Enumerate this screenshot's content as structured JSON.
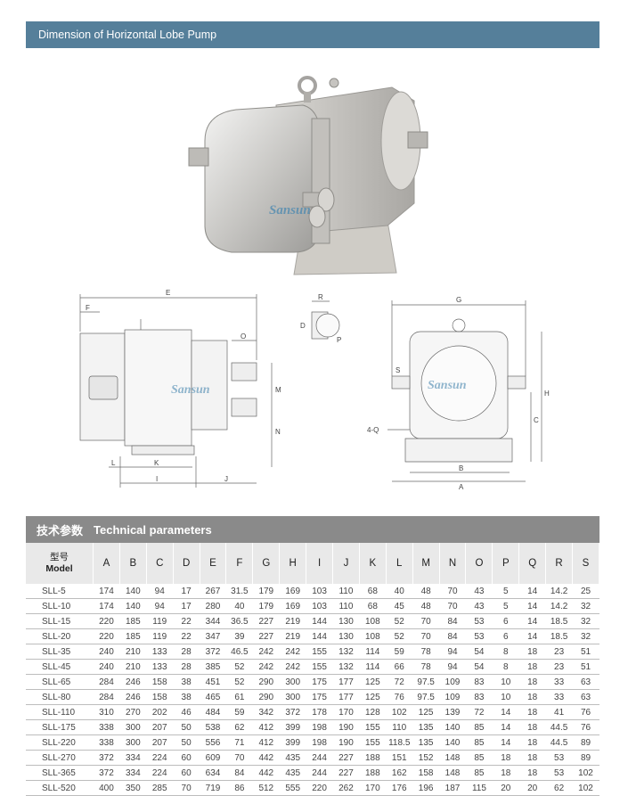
{
  "header": {
    "title": "Dimension of  Horizontal Lobe Pump"
  },
  "photo": {
    "watermark": "Sansun"
  },
  "drawings": {
    "watermark": "Sansun",
    "side_labels": [
      "E",
      "F",
      "O",
      "M",
      "N",
      "L",
      "K",
      "I",
      "J"
    ],
    "flange_labels": [
      "R",
      "D",
      "P"
    ],
    "front_labels": [
      "G",
      "S",
      "H",
      "C",
      "4-Q",
      "B",
      "A"
    ]
  },
  "table": {
    "title_cn": "技术参数",
    "title_en": "Technical parameters",
    "model_cn": "型号",
    "model_en": "Model",
    "columns": [
      "A",
      "B",
      "C",
      "D",
      "E",
      "F",
      "G",
      "H",
      "I",
      "J",
      "K",
      "L",
      "M",
      "N",
      "O",
      "P",
      "Q",
      "R",
      "S"
    ],
    "rows": [
      [
        "SLL-5",
        "174",
        "140",
        "94",
        "17",
        "267",
        "31.5",
        "179",
        "169",
        "103",
        "110",
        "68",
        "40",
        "48",
        "70",
        "43",
        "5",
        "14",
        "14.2",
        "25"
      ],
      [
        "SLL-10",
        "174",
        "140",
        "94",
        "17",
        "280",
        "40",
        "179",
        "169",
        "103",
        "110",
        "68",
        "45",
        "48",
        "70",
        "43",
        "5",
        "14",
        "14.2",
        "32"
      ],
      [
        "SLL-15",
        "220",
        "185",
        "119",
        "22",
        "344",
        "36.5",
        "227",
        "219",
        "144",
        "130",
        "108",
        "52",
        "70",
        "84",
        "53",
        "6",
        "14",
        "18.5",
        "32"
      ],
      [
        "SLL-20",
        "220",
        "185",
        "119",
        "22",
        "347",
        "39",
        "227",
        "219",
        "144",
        "130",
        "108",
        "52",
        "70",
        "84",
        "53",
        "6",
        "14",
        "18.5",
        "32"
      ],
      [
        "SLL-35",
        "240",
        "210",
        "133",
        "28",
        "372",
        "46.5",
        "242",
        "242",
        "155",
        "132",
        "114",
        "59",
        "78",
        "94",
        "54",
        "8",
        "18",
        "23",
        "51"
      ],
      [
        "SLL-45",
        "240",
        "210",
        "133",
        "28",
        "385",
        "52",
        "242",
        "242",
        "155",
        "132",
        "114",
        "66",
        "78",
        "94",
        "54",
        "8",
        "18",
        "23",
        "51"
      ],
      [
        "SLL-65",
        "284",
        "246",
        "158",
        "38",
        "451",
        "52",
        "290",
        "300",
        "175",
        "177",
        "125",
        "72",
        "97.5",
        "109",
        "83",
        "10",
        "18",
        "33",
        "63"
      ],
      [
        "SLL-80",
        "284",
        "246",
        "158",
        "38",
        "465",
        "61",
        "290",
        "300",
        "175",
        "177",
        "125",
        "76",
        "97.5",
        "109",
        "83",
        "10",
        "18",
        "33",
        "63"
      ],
      [
        "SLL-110",
        "310",
        "270",
        "202",
        "46",
        "484",
        "59",
        "342",
        "372",
        "178",
        "170",
        "128",
        "102",
        "125",
        "139",
        "72",
        "14",
        "18",
        "41",
        "76"
      ],
      [
        "SLL-175",
        "338",
        "300",
        "207",
        "50",
        "538",
        "62",
        "412",
        "399",
        "198",
        "190",
        "155",
        "110",
        "135",
        "140",
        "85",
        "14",
        "18",
        "44.5",
        "76"
      ],
      [
        "SLL-220",
        "338",
        "300",
        "207",
        "50",
        "556",
        "71",
        "412",
        "399",
        "198",
        "190",
        "155",
        "118.5",
        "135",
        "140",
        "85",
        "14",
        "18",
        "44.5",
        "89"
      ],
      [
        "SLL-270",
        "372",
        "334",
        "224",
        "60",
        "609",
        "70",
        "442",
        "435",
        "244",
        "227",
        "188",
        "151",
        "152",
        "148",
        "85",
        "18",
        "18",
        "53",
        "89"
      ],
      [
        "SLL-365",
        "372",
        "334",
        "224",
        "60",
        "634",
        "84",
        "442",
        "435",
        "244",
        "227",
        "188",
        "162",
        "158",
        "148",
        "85",
        "18",
        "18",
        "53",
        "102"
      ],
      [
        "SLL-520",
        "400",
        "350",
        "285",
        "70",
        "719",
        "86",
        "512",
        "555",
        "220",
        "262",
        "170",
        "176",
        "196",
        "187",
        "115",
        "20",
        "20",
        "62",
        "102"
      ]
    ]
  }
}
